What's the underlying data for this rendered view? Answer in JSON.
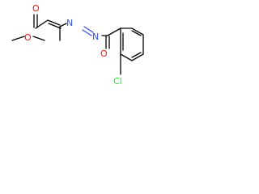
{
  "atoms": {
    "o_carbonyl": "O",
    "o_ester": "O",
    "n_1": "N",
    "n_2": "N",
    "o_amide": "O",
    "cl": "Cl"
  },
  "colors": {
    "bond": "#000000",
    "oxygen": "#ff0d0d",
    "nitrogen": "#3050f8",
    "chlorine": "#1ff01f"
  }
}
